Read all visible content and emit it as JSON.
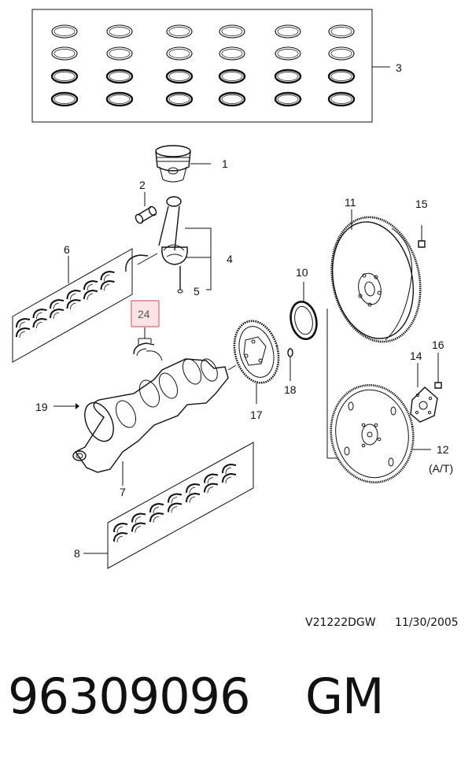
{
  "callouts": {
    "c1": "1",
    "c2": "2",
    "c3": "3",
    "c4": "4",
    "c5": "5",
    "c6": "6",
    "c7": "7",
    "c8": "8",
    "c10": "10",
    "c11": "11",
    "c12": "12",
    "c12_note": "(A/T)",
    "c14": "14",
    "c15": "15",
    "c16": "16",
    "c17": "17",
    "c18": "18",
    "c19": "19",
    "c24": "24"
  },
  "highlight": {
    "callout": "24",
    "fill": "#fbe3e6",
    "stroke": "#e07a86"
  },
  "drawing_ref": {
    "code": "V21222DGW",
    "date": "11/30/2005"
  },
  "footer": {
    "part_number": "96309096",
    "brand": "GM"
  }
}
